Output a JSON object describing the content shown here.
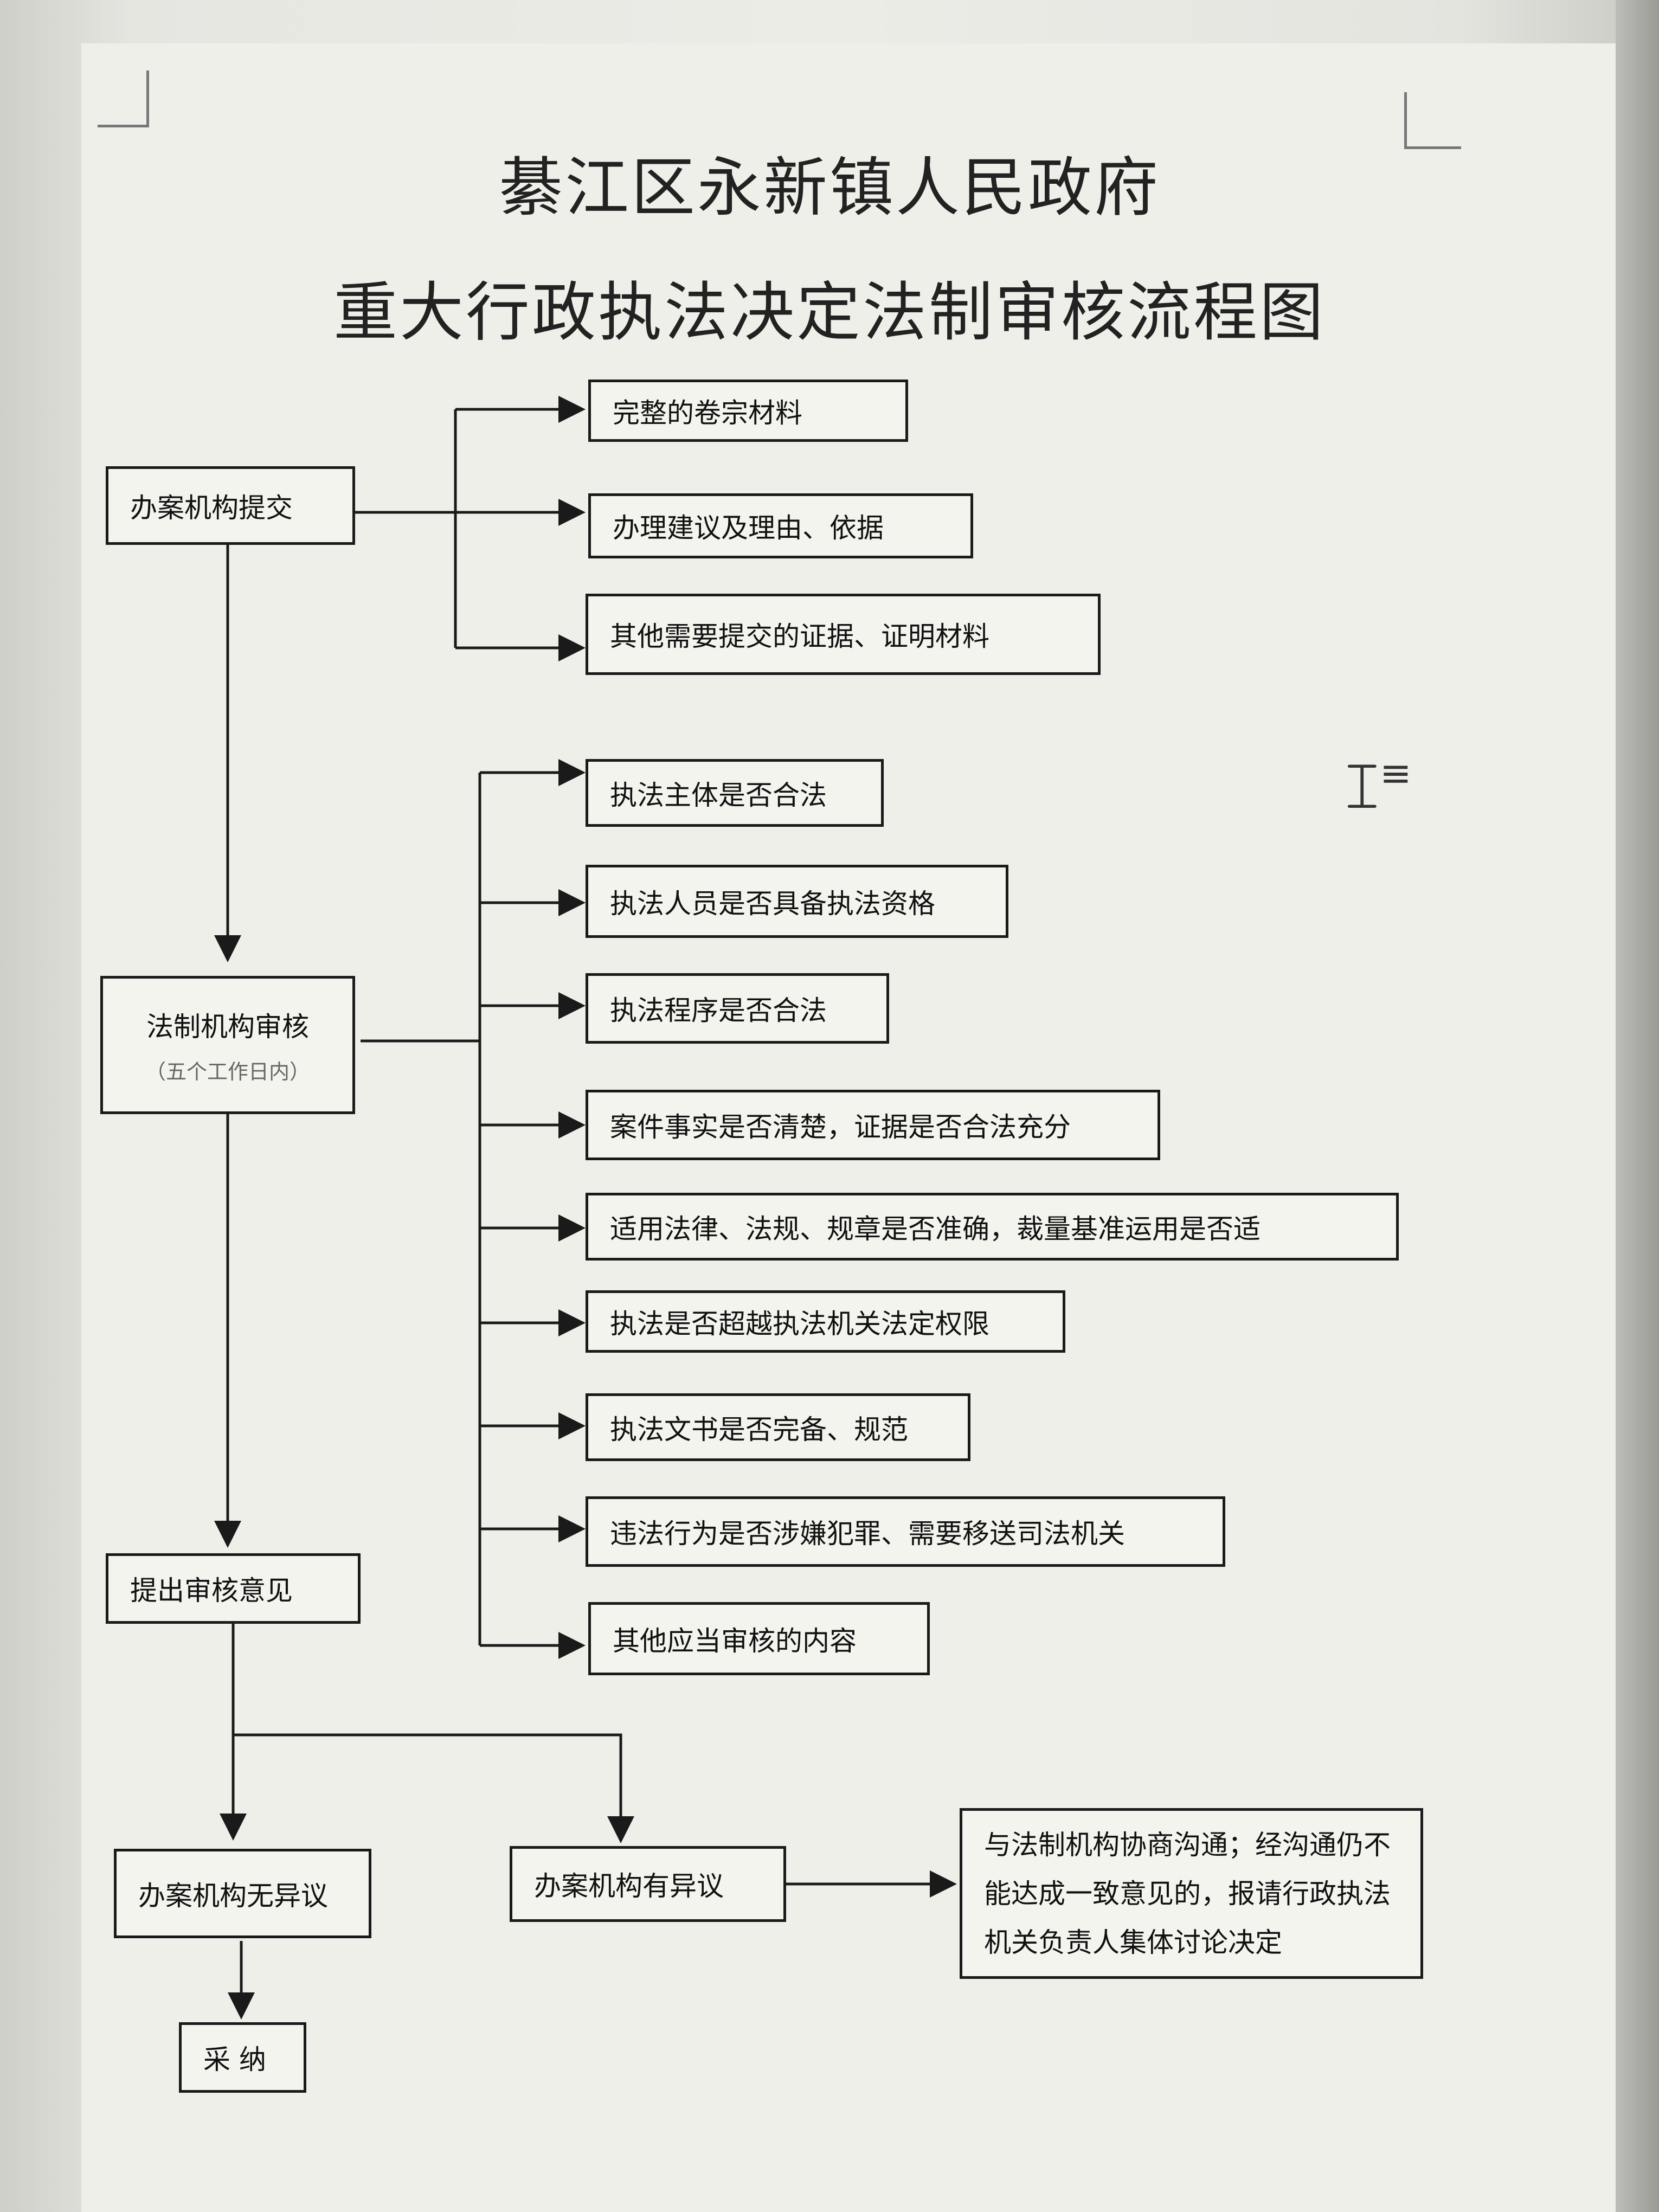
{
  "title": {
    "line1": "綦江区永新镇人民政府",
    "line2": "重大行政执法决定法制审核流程图"
  },
  "steps": {
    "submit": "办案机构提交",
    "review": "法制机构审核",
    "review_note": "（五个工作日内）",
    "opinion": "提出审核意见",
    "no_objection": "办案机构无异议",
    "objection": "办案机构有异议",
    "adopt": "采 纳",
    "negotiate": "与法制机构协商沟通；经沟通仍不能达成一致意见的，报请行政执法机关负责人集体讨论决定"
  },
  "submit_items": [
    "完整的卷宗材料",
    "办理建议及理由、依据",
    "其他需要提交的证据、证明材料"
  ],
  "review_items": [
    "执法主体是否合法",
    "执法人员是否具备执法资格",
    "执法程序是否合法",
    "案件事实是否清楚，证据是否合法充分",
    "适用法律、法规、规章是否准确，裁量基准运用是否适",
    "执法是否超越执法机关法定权限",
    "执法文书是否完备、规范",
    "违法行为是否涉嫌犯罪、需要移送司法机关",
    "其他应当审核的内容"
  ]
}
